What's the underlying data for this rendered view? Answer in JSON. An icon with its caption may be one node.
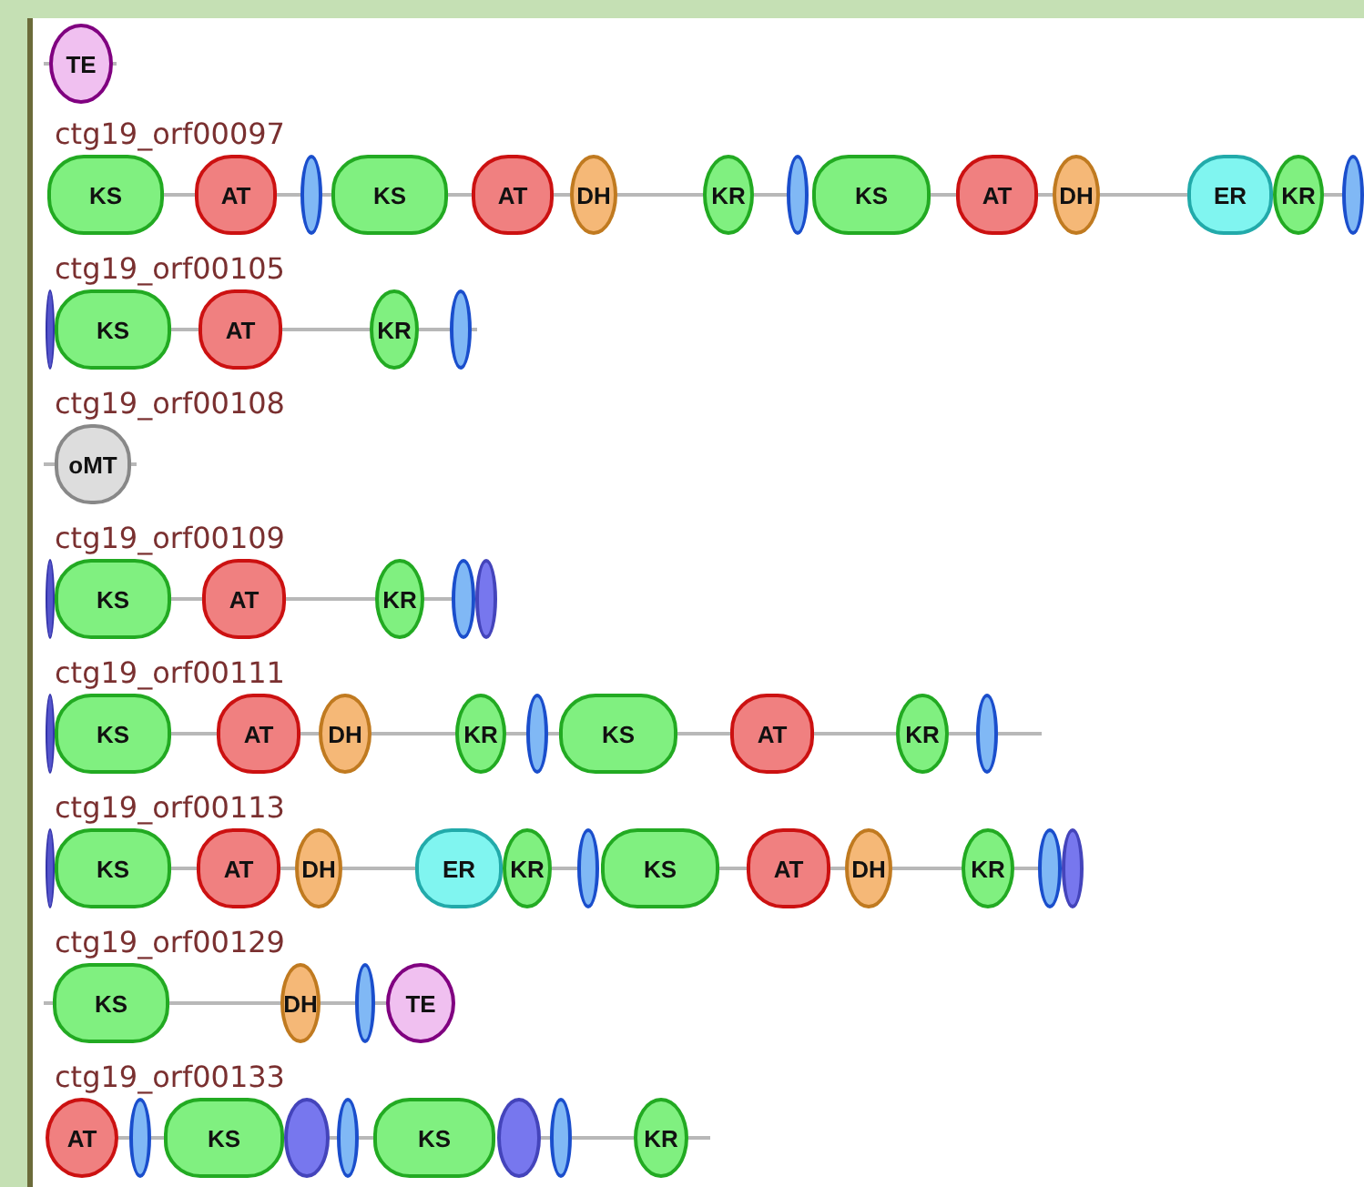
{
  "diagram": {
    "nodes": [
      {
        "text": [
          "TE"
        ]
      },
      {
        "text": [
          "KS"
        ]
      },
      {
        "text": [
          "AT"
        ]
      },
      {
        "text": [],
        "shape": "ellipse"
      },
      {
        "text": [
          "KS"
        ]
      },
      {
        "text": [
          "AT"
        ]
      },
      {
        "text": [
          "DH"
        ]
      },
      {
        "text": [
          "KR"
        ]
      },
      {
        "text": [],
        "shape": "ellipse"
      },
      {
        "text": [
          "KS"
        ]
      },
      {
        "text": [
          "AT"
        ]
      },
      {
        "text": [
          "DH"
        ]
      },
      {
        "text": [
          "ER"
        ]
      },
      {
        "text": [
          "KR"
        ]
      },
      {
        "text": [],
        "shape": "ellipse"
      },
      {
        "text": [],
        "shape": "ellipse"
      },
      {
        "text": [
          "KS"
        ]
      },
      {
        "text": [
          "AT"
        ]
      },
      {
        "text": [
          "KR"
        ]
      },
      {
        "text": [],
        "shape": "ellipse"
      },
      {
        "text": [
          "oMT"
        ]
      },
      {
        "text": [],
        "shape": "ellipse"
      },
      {
        "text": [
          "KS"
        ]
      },
      {
        "text": [
          "AT"
        ]
      },
      {
        "text": [
          "KR"
        ]
      },
      {
        "text": [],
        "shape": "ellipse"
      },
      {
        "text": [],
        "shape": "ellipse"
      },
      {
        "text": [],
        "shape": "ellipse"
      },
      {
        "text": [
          "KS"
        ]
      },
      {
        "text": [
          "AT"
        ]
      },
      {
        "text": [
          "DH"
        ]
      },
      {
        "text": [
          "KR"
        ]
      },
      {
        "text": [],
        "shape": "ellipse"
      },
      {
        "text": [
          "KS"
        ]
      },
      {
        "text": [
          "AT"
        ]
      },
      {
        "text": [
          "KR"
        ]
      },
      {
        "text": [],
        "shape": "ellipse"
      },
      {
        "text": [],
        "shape": "ellipse"
      },
      {
        "text": [
          "KS"
        ]
      },
      {
        "text": [
          "AT"
        ]
      },
      {
        "text": [
          "DH"
        ]
      },
      {
        "text": [
          "ER"
        ]
      },
      {
        "text": [
          "KR"
        ]
      },
      {
        "text": [],
        "shape": "ellipse"
      },
      {
        "text": [
          "KS"
        ]
      },
      {
        "text": [
          "AT"
        ]
      },
      {
        "text": [
          "DH"
        ]
      },
      {
        "text": [
          "KR"
        ]
      },
      {
        "text": [],
        "shape": "ellipse"
      },
      {
        "text": [],
        "shape": "ellipse"
      },
      {
        "text": [
          "KS"
        ]
      },
      {
        "text": [
          "DH"
        ]
      },
      {
        "text": [],
        "shape": "ellipse"
      },
      {
        "text": [
          "TE"
        ]
      },
      {
        "text": [
          "AT"
        ]
      },
      {
        "text": [],
        "shape": "ellipse"
      },
      {
        "text": [
          "KS"
        ]
      },
      {
        "text": [],
        "shape": "ellipse"
      },
      {
        "text": [],
        "shape": "ellipse"
      },
      {
        "text": [
          "KS"
        ]
      },
      {
        "text": [],
        "shape": "ellipse"
      },
      {
        "text": [],
        "shape": "ellipse"
      },
      {
        "text": [
          "KR"
        ]
      }
    ],
    "edges": [
      {
        "from": 1,
        "to": 2,
        "arrow": "none"
      },
      {
        "from": 2,
        "to": 3,
        "arrow": "none"
      },
      {
        "from": 3,
        "to": 4,
        "arrow": "none"
      },
      {
        "from": 4,
        "to": 5,
        "arrow": "none"
      },
      {
        "from": 5,
        "to": 6,
        "arrow": "none"
      },
      {
        "from": 6,
        "to": 7,
        "arrow": "none"
      },
      {
        "from": 7,
        "to": 8,
        "arrow": "none"
      },
      {
        "from": 9,
        "to": 10,
        "arrow": "none"
      },
      {
        "from": 10,
        "to": 11,
        "arrow": "none"
      },
      {
        "from": 11,
        "to": 12,
        "arrow": "none"
      },
      {
        "from": 13,
        "to": 14,
        "arrow": "none"
      },
      {
        "from": 16,
        "to": 17,
        "arrow": "none"
      },
      {
        "from": 17,
        "to": 18,
        "arrow": "none"
      },
      {
        "from": 18,
        "to": 19,
        "arrow": "none"
      },
      {
        "from": 22,
        "to": 23,
        "arrow": "none"
      },
      {
        "from": 23,
        "to": 24,
        "arrow": "none"
      },
      {
        "from": 24,
        "to": 25,
        "arrow": "none"
      },
      {
        "from": 28,
        "to": 29,
        "arrow": "none"
      },
      {
        "from": 29,
        "to": 30,
        "arrow": "none"
      },
      {
        "from": 30,
        "to": 31,
        "arrow": "none"
      },
      {
        "from": 31,
        "to": 32,
        "arrow": "none"
      },
      {
        "from": 32,
        "to": 33,
        "arrow": "none"
      },
      {
        "from": 33,
        "to": 34,
        "arrow": "none"
      },
      {
        "from": 34,
        "to": 35,
        "arrow": "none"
      },
      {
        "from": 35,
        "to": 36,
        "arrow": "none"
      },
      {
        "from": 38,
        "to": 39,
        "arrow": "none"
      },
      {
        "from": 39,
        "to": 40,
        "arrow": "none"
      },
      {
        "from": 40,
        "to": 41,
        "arrow": "none"
      },
      {
        "from": 42,
        "to": 43,
        "arrow": "none"
      },
      {
        "from": 44,
        "to": 45,
        "arrow": "none"
      },
      {
        "from": 45,
        "to": 46,
        "arrow": "none"
      },
      {
        "from": 46,
        "to": 47,
        "arrow": "none"
      },
      {
        "from": 47,
        "to": 48,
        "arrow": "none"
      },
      {
        "from": 50,
        "to": 51,
        "arrow": "none"
      },
      {
        "from": 51,
        "to": 52,
        "arrow": "none"
      },
      {
        "from": 52,
        "to": 53,
        "arrow": "none"
      },
      {
        "from": 54,
        "to": 55,
        "arrow": "none"
      },
      {
        "from": 55,
        "to": 56,
        "arrow": "none"
      },
      {
        "from": 57,
        "to": 58,
        "arrow": "none"
      },
      {
        "from": 58,
        "to": 59,
        "arrow": "none"
      },
      {
        "from": 60,
        "to": 61,
        "arrow": "none"
      },
      {
        "from": 61,
        "to": 62,
        "arrow": "none"
      }
    ],
    "labels": [
      "ctg19_orf00097",
      "ctg19_orf00105",
      "ctg19_orf00108",
      "ctg19_orf00109",
      "ctg19_orf00111",
      "ctg19_orf00113",
      "ctg19_orf00129",
      "ctg19_orf00133"
    ]
  }
}
